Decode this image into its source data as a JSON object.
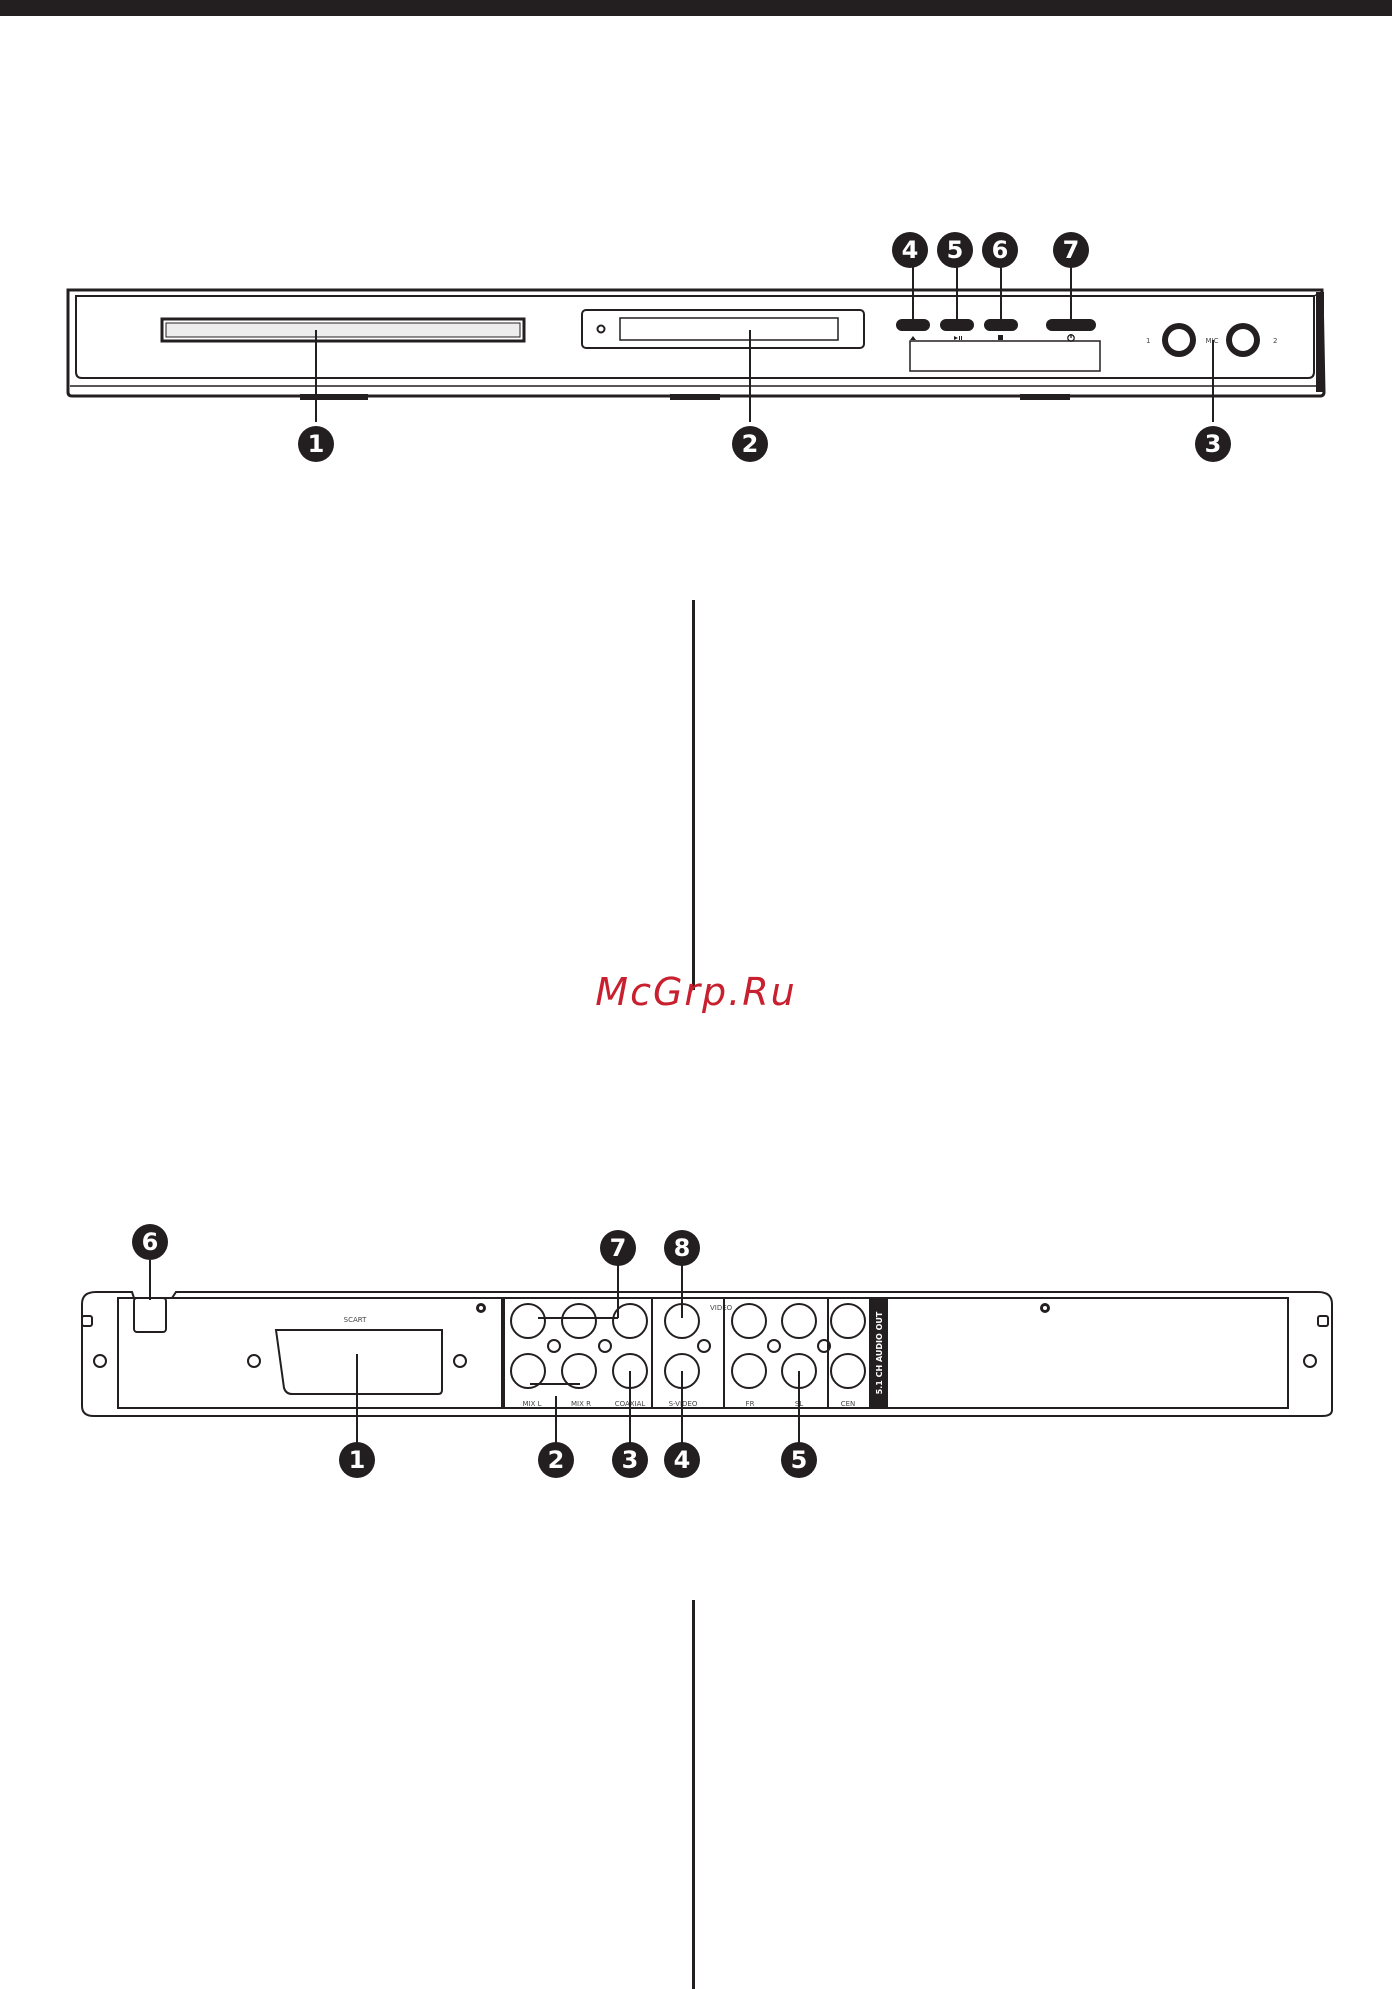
{
  "watermark": "McGrp.Ru",
  "front_panel": {
    "callouts": [
      "1",
      "2",
      "3",
      "4",
      "5",
      "6",
      "7"
    ],
    "mic_label": "MIC",
    "mic_left": "1",
    "mic_right": "2"
  },
  "rear_panel": {
    "callouts": [
      "1",
      "2",
      "3",
      "4",
      "5",
      "6",
      "7",
      "8"
    ],
    "labels": {
      "scart": "SCART",
      "mix_l": "MIX L",
      "mix_r": "MIX R",
      "coaxial": "COAXIAL",
      "svideo": "S-VIDEO",
      "fr": "FR",
      "sl": "SL",
      "cen": "CEN",
      "audio_out": "5.1 CH AUDIO OUT",
      "video": "VIDEO"
    }
  }
}
